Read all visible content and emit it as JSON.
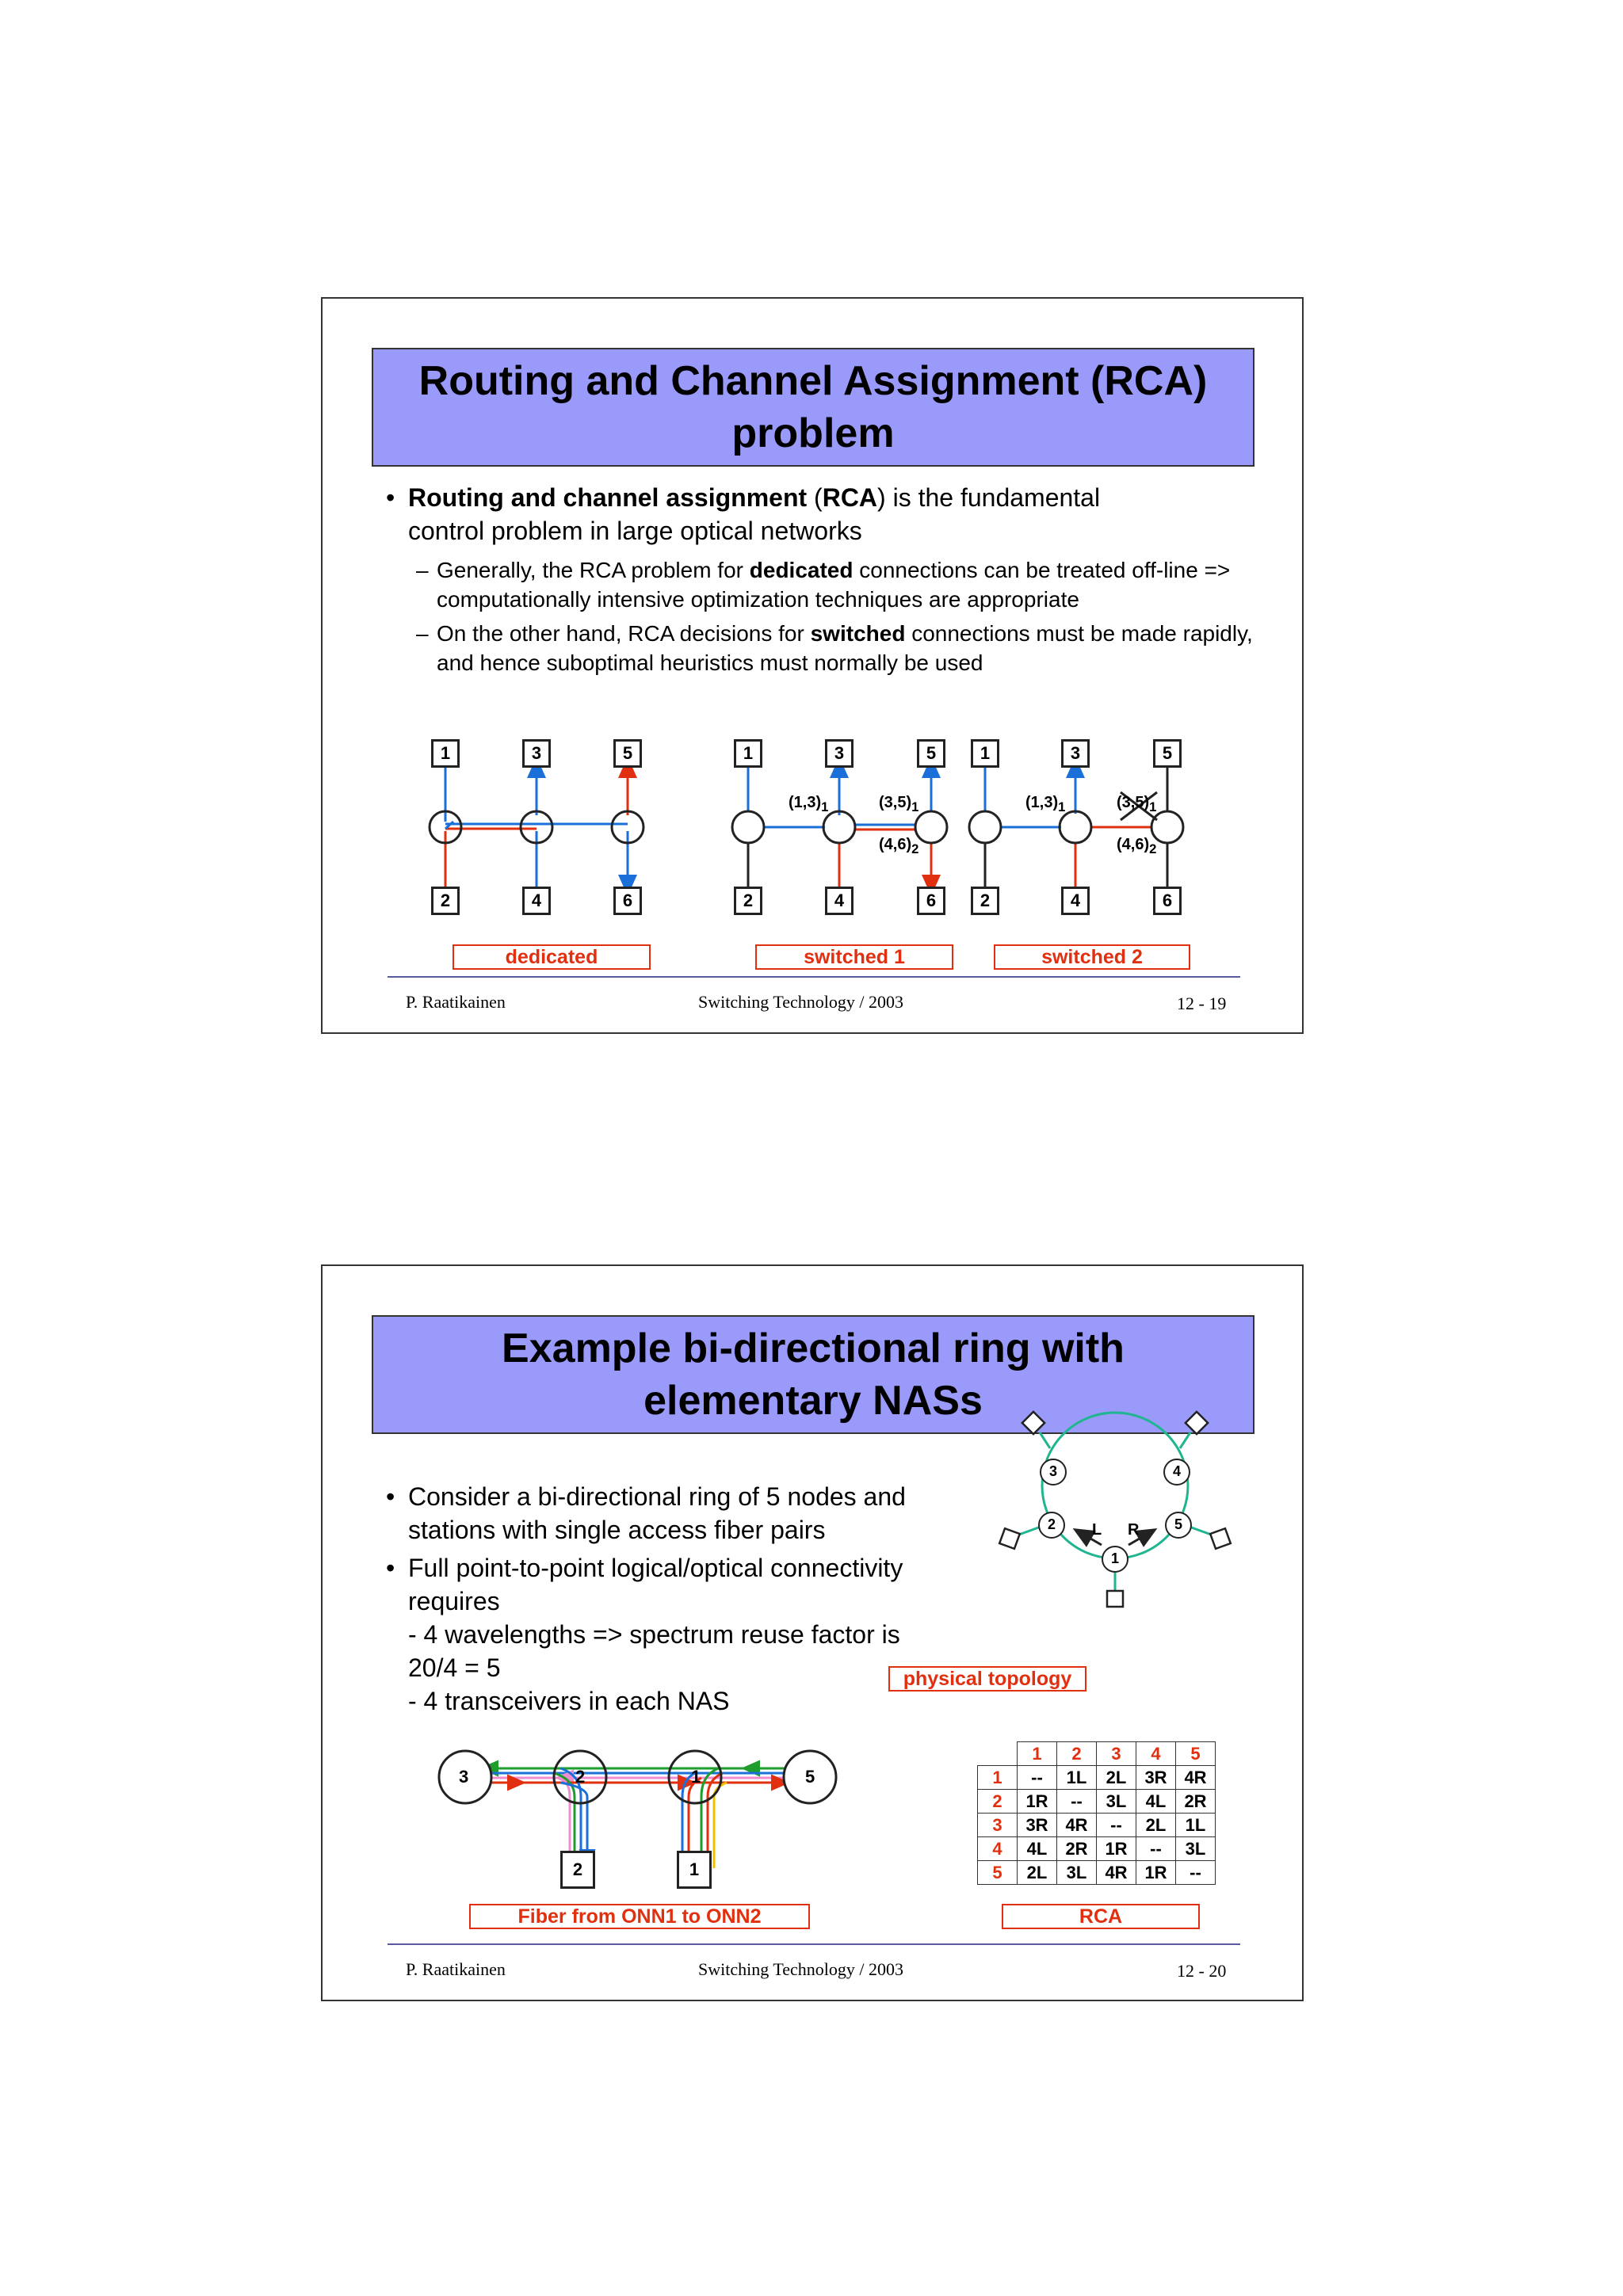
{
  "slide1": {
    "title_line1": "Routing and Channel Assignment (RCA)",
    "title_line2": "problem",
    "bullet_bold": "Routing and channel assignment",
    "bullet_paren_open": " (",
    "bullet_rca": "RCA",
    "bullet_rest1": ") is the fundamental",
    "bullet_rest2": "control problem in large optical networks",
    "sub1_a": "Generally, the RCA problem for ",
    "sub1_bold": "dedicated",
    "sub1_b": " connections can be treated off-line  => computationally intensive optimization techniques are appropriate",
    "sub2_a": "On the other hand, RCA decisions for ",
    "sub2_bold": "switched",
    "sub2_b": " connections must be made rapidly, and hence suboptimal heuristics must normally be used",
    "diagram": {
      "top_nodes": [
        "1",
        "3",
        "5"
      ],
      "bottom_nodes": [
        "2",
        "4",
        "6"
      ],
      "label_13": "(1,3)",
      "label_35": "(3,5)",
      "label_46": "(4,6)",
      "sub_1": "1",
      "sub_2": "2"
    },
    "captions": [
      "dedicated",
      "switched 1",
      "switched 2"
    ],
    "footer_author": "P. Raatikainen",
    "footer_course": "Switching Technology  / 2003",
    "footer_page": "12 - 19"
  },
  "slide2": {
    "title_line1": "Example bi-directional ring with",
    "title_line2": "elementary NASs",
    "bullet1": "Consider a bi-directional ring of 5 nodes and stations with single access fiber pairs",
    "bullet2": "Full point-to-point logical/optical connectivity requires",
    "line3": "- 4 wavelengths => spectrum reuse factor is",
    "line4": "20/4 = 5",
    "line5": "- 4 transceivers in each NAS",
    "ring": {
      "nodes": [
        "1",
        "2",
        "3",
        "4",
        "5"
      ],
      "label_L": "L",
      "label_R": "R",
      "caption": "physical topology"
    },
    "fiber": {
      "nodes": [
        "3",
        "2",
        "1",
        "5"
      ],
      "stations": [
        "2",
        "1"
      ],
      "caption": "Fiber from ONN1 to ONN2"
    },
    "rca_table": {
      "headers": [
        "1",
        "2",
        "3",
        "4",
        "5"
      ],
      "rows": [
        [
          "1",
          "--",
          "1L",
          "2L",
          "3R",
          "4R"
        ],
        [
          "2",
          "1R",
          "--",
          "3L",
          "4L",
          "2R"
        ],
        [
          "3",
          "3R",
          "4R",
          "--",
          "2L",
          "1L"
        ],
        [
          "4",
          "4L",
          "2R",
          "1R",
          "--",
          "3L"
        ],
        [
          "5",
          "2L",
          "3L",
          "4R",
          "1R",
          "--"
        ]
      ],
      "caption": "RCA"
    },
    "footer_author": "P. Raatikainen",
    "footer_course": "Switching Technology  / 2003",
    "footer_page": "12 - 20"
  },
  "colors": {
    "title_bg": "#9a9afa",
    "caption_red": "#e03010",
    "blue": "#1a6fd8",
    "red": "#e03010",
    "ring_green": "#1fb58f"
  }
}
